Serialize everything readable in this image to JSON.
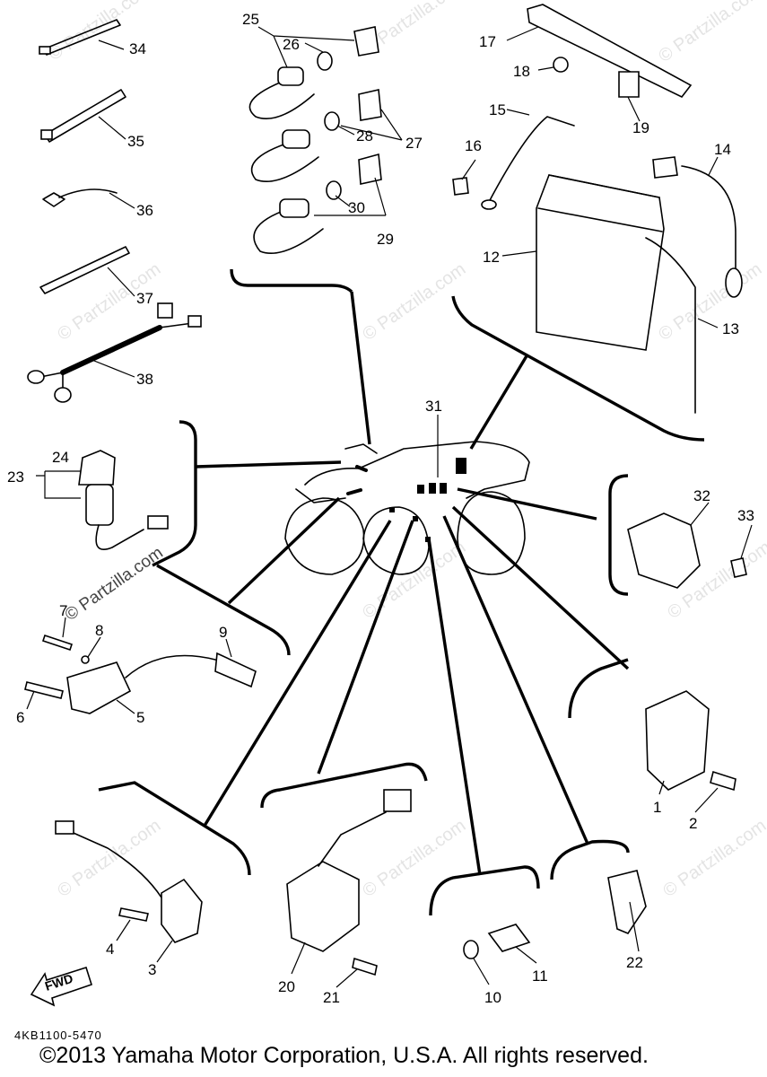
{
  "watermark": "© Partzilla.com",
  "diagram_code": "4KB1100-5470",
  "copyright": "©2013 Yamaha Motor Corporation, U.S.A. All rights reserved.",
  "fwd_label": "FWD",
  "labels": {
    "p1": "1",
    "p2": "2",
    "p3": "3",
    "p4": "4",
    "p5": "5",
    "p6": "6",
    "p7": "7",
    "p8": "8",
    "p9": "9",
    "p10": "10",
    "p11": "11",
    "p12": "12",
    "p13": "13",
    "p14": "14",
    "p15": "15",
    "p16": "16",
    "p17": "17",
    "p18": "18",
    "p19": "19",
    "p20": "20",
    "p21": "21",
    "p22": "22",
    "p23": "23",
    "p24": "24",
    "p25": "25",
    "p26": "26",
    "p27": "27",
    "p28": "28",
    "p29": "29",
    "p30": "30",
    "p31": "31",
    "p32": "32",
    "p33": "33",
    "p34": "34",
    "p35": "35",
    "p36": "36",
    "p37": "37",
    "p38": "38"
  }
}
